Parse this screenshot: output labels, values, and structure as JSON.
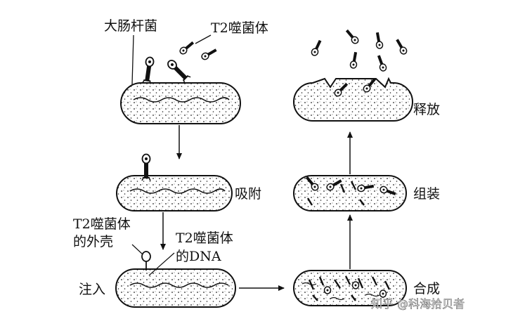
{
  "labels": {
    "e_coli": "大肠杆菌",
    "phage": "T2噬菌体",
    "adsorption": "吸附",
    "phage_coat_line1": "T2噬菌体",
    "phage_coat_line2": "的外壳",
    "phage_dna_line1": "T2噬菌体",
    "phage_dna_line2": "的DNA",
    "injection": "注入",
    "synthesis": "合成",
    "assembly": "组装",
    "release": "释放"
  },
  "watermark": "知乎 @科海拾贝者"
}
